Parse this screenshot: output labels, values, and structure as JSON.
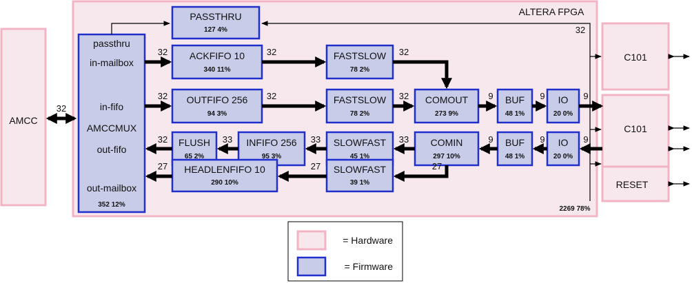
{
  "fpga": {
    "title": "ALTERA FPGA",
    "total": "2269  78%"
  },
  "hardware": {
    "amcc": "AMCC",
    "c101_top": "C101",
    "c101_bottom": "C101",
    "reset": "RESET"
  },
  "blocks": {
    "passthru": {
      "name": "PASSTHRU",
      "stat": "127  4%"
    },
    "amccmux": {
      "passthru": "passthru",
      "in_mailbox": "in-mailbox",
      "in_fifo": "in-fifo",
      "name": "AMCCMUX",
      "out_fifo": "out-fifo",
      "out_mailbox": "out-mailbox",
      "stat": "352  12%"
    },
    "ackfifo": {
      "name": "ACKFIFO 10",
      "stat": "340  11%"
    },
    "fastslow_top": {
      "name": "FASTSLOW",
      "stat": "78  2%"
    },
    "outfifo": {
      "name": "OUTFIFO 256",
      "stat": "94  3%"
    },
    "fastslow_mid": {
      "name": "FASTSLOW",
      "stat": "78  2%"
    },
    "comout": {
      "name": "COMOUT",
      "stat": "273  9%"
    },
    "buf_out": {
      "name": "BUF",
      "stat": "48  1%"
    },
    "io_out": {
      "name": "IO",
      "stat": "20  0%"
    },
    "flush": {
      "name": "FLUSH",
      "stat": "65  2%"
    },
    "infifo": {
      "name": "INFIFO 256",
      "stat": "95  3%"
    },
    "slowfast_mid": {
      "name": "SLOWFAST",
      "stat": "45  1%"
    },
    "comin": {
      "name": "COMIN",
      "stat": "297  10%"
    },
    "buf_in": {
      "name": "BUF",
      "stat": "48  1%"
    },
    "io_in": {
      "name": "IO",
      "stat": "20  0%"
    },
    "headlenfifo": {
      "name": "HEADLENFIFO 10",
      "stat": "290  10%"
    },
    "slowfast_bot": {
      "name": "SLOWFAST",
      "stat": "39  1%"
    }
  },
  "widths": {
    "amcc": "32",
    "passthru": "32",
    "ack_in": "32",
    "ack_out": "32",
    "fs_top_out": "32",
    "out_in": "32",
    "out_out": "32",
    "fs_mid_out": "32",
    "comout_out": "9",
    "buf_out_out": "9",
    "io_out_out": "9",
    "flush_in": "32",
    "infifo_out": "33",
    "sf_mid_out": "33",
    "comin_out": "33",
    "buf_in_out": "9",
    "io_in_out": "9",
    "head_out": "27",
    "sf_bot_out": "27",
    "comin_down": "27"
  },
  "legend": {
    "hardware": "= Hardware",
    "firmware": "= Firmware"
  }
}
